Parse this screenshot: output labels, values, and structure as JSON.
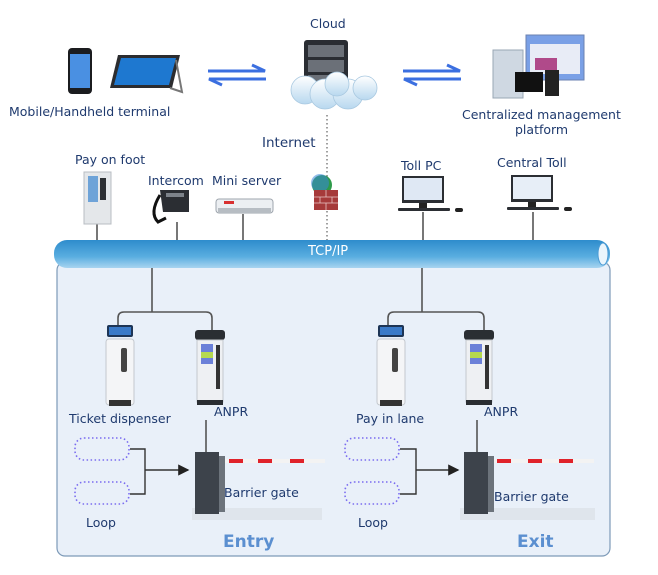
{
  "top": {
    "mobile_label": "Mobile/Handheld terminal",
    "cloud_label": "Cloud",
    "internet_label": "Internet",
    "cmp_label_line1": "Centralized management",
    "cmp_label_line2": "platform"
  },
  "devices": {
    "pay_on_foot": "Pay on foot",
    "intercom": "Intercom",
    "mini_server": "Mini server",
    "toll_pc": "Toll PC",
    "central_toll": "Central Toll"
  },
  "bus": {
    "label": "TCP/IP"
  },
  "entry": {
    "title": "Entry",
    "ticket_dispenser": "Ticket dispenser",
    "anpr": "ANPR",
    "barrier_gate": "Barrier gate",
    "loop": "Loop"
  },
  "exit": {
    "title": "Exit",
    "pay_in_lane": "Pay in lane",
    "anpr": "ANPR",
    "barrier_gate": "Barrier gate",
    "loop": "Loop"
  },
  "colors": {
    "label": "#1f3a6e",
    "section_title": "#5b8fd0",
    "bus": "#3a93cf",
    "panel_bg": "#e9f0f9",
    "arrow": "#3b6fe0",
    "loop": "#7a6cf0"
  }
}
